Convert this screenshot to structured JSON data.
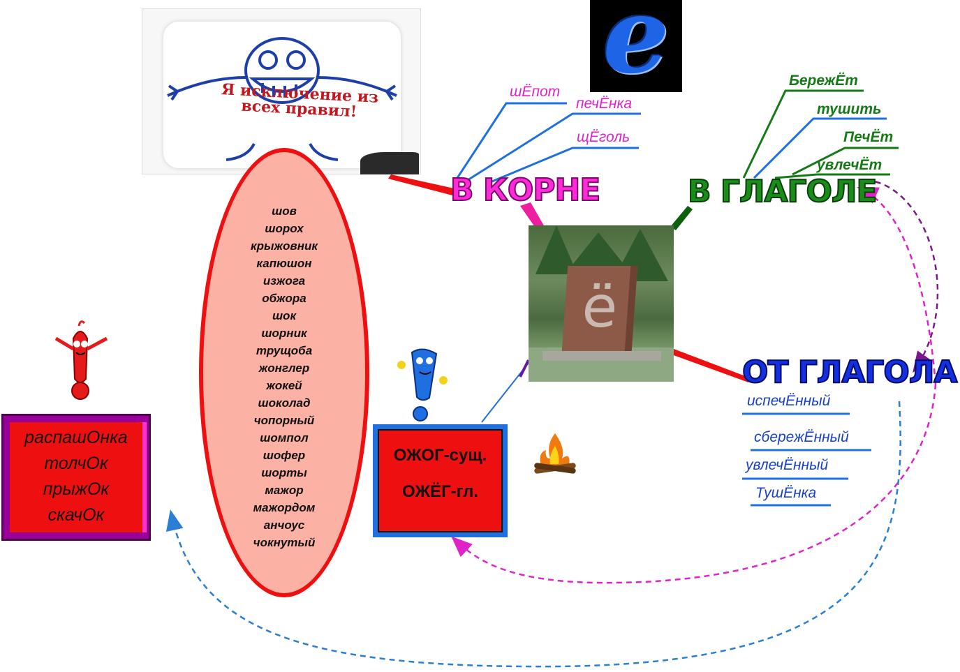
{
  "poster": {
    "text": "Я исключение из всех правил!"
  },
  "logo": {
    "glyph": "e"
  },
  "headings": {
    "root": "В КОРНЕ",
    "verb": "В ГЛАГОЛЕ",
    "from_verb": "ОТ ГЛАГОЛА"
  },
  "root_words": [
    "шЁпот",
    "печЁнка",
    "щЁголь"
  ],
  "verb_words": [
    "БережЁт",
    "тушить",
    "ПечЁт",
    "увлечЁт"
  ],
  "from_verb_words": [
    "испечЁнный",
    "сбережЁнный",
    "увлечЁнный",
    "ТушЁнка"
  ],
  "exceptions": [
    "шов",
    "шорох",
    "крыжовник",
    "капюшон",
    "изжога",
    "обжора",
    "шок",
    "шорник",
    "трущоба",
    "жонглер",
    "жокей",
    "шоколад",
    "чопорный",
    "шомпол",
    "шофер",
    "шорты",
    "мажор",
    "мажордом",
    "анчоус",
    "чокнутый"
  ],
  "suffix_words": [
    "распашОнка",
    "толчОк",
    "прыжОк",
    "скачОк"
  ],
  "ozhog": {
    "noun": "ОЖОГ-сущ.",
    "verb": "ОЖЁГ-гл."
  },
  "monument": {
    "letter": "ё"
  },
  "colors": {
    "pink": "#e023c8",
    "green": "#157a15",
    "blue": "#1840c8",
    "red": "#ee1010",
    "purple": "#990099"
  }
}
